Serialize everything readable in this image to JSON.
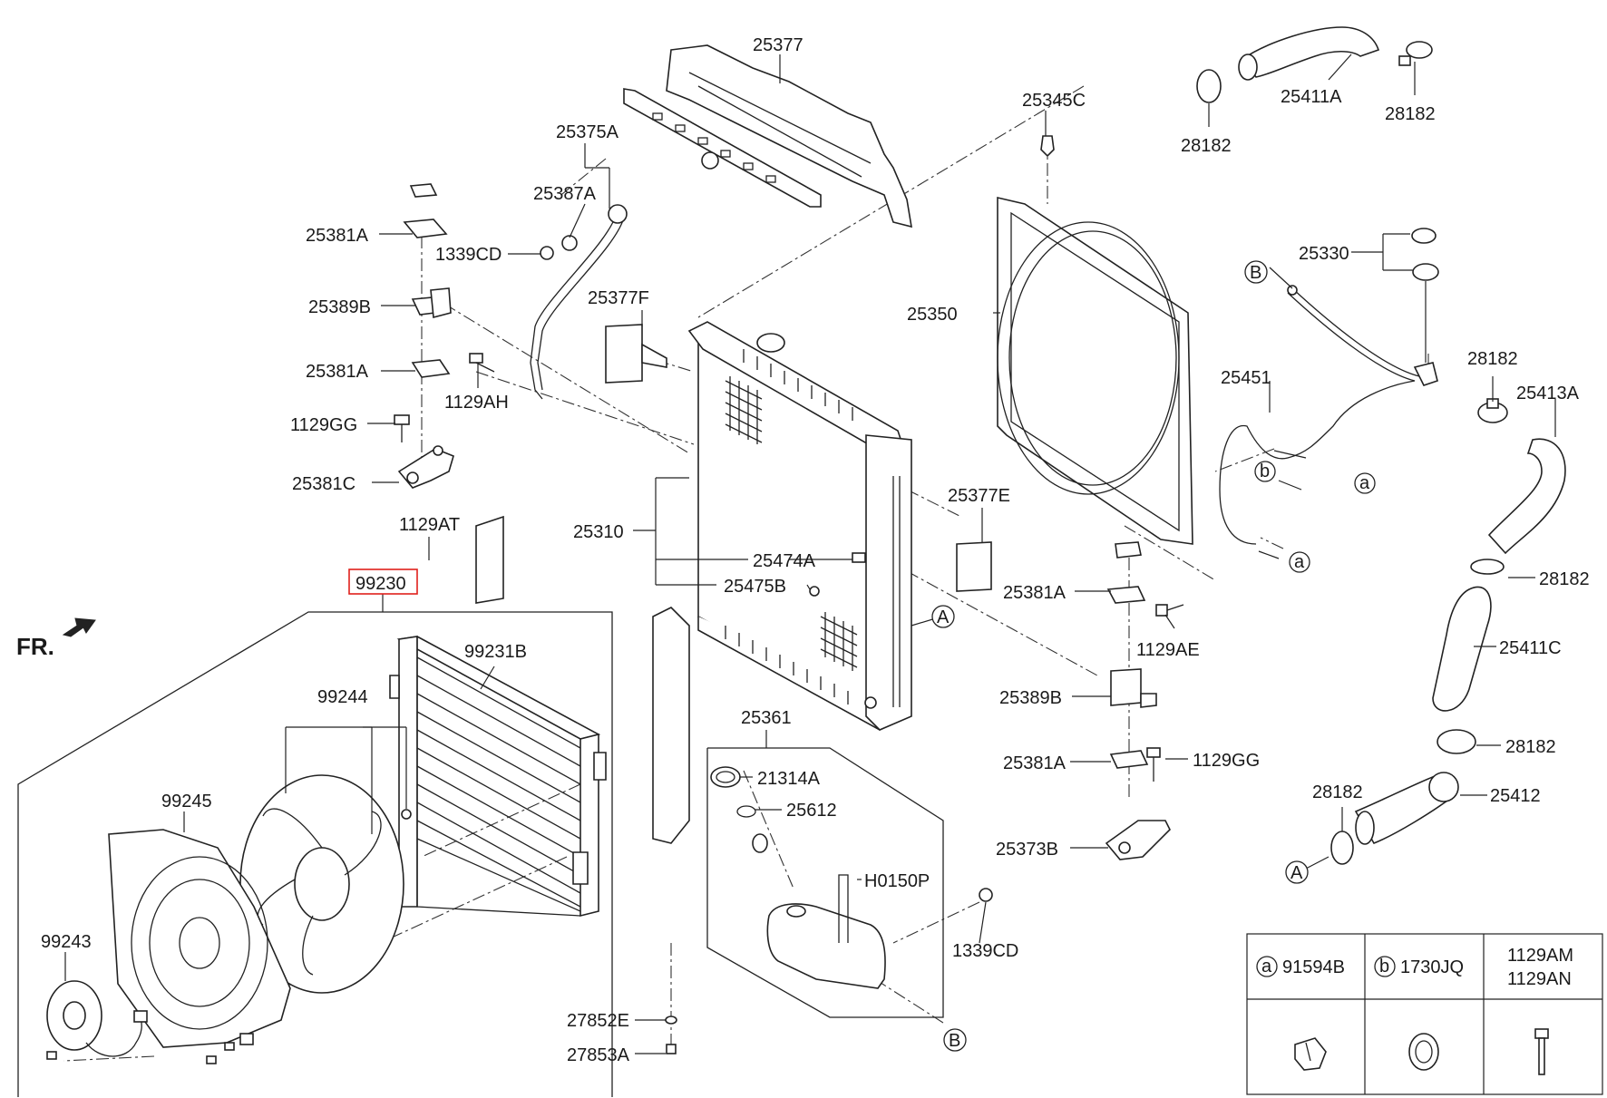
{
  "orientation_label": "FR.",
  "highlighted_part": "99230",
  "labels": {
    "p25377": "25377",
    "p25375A": "25375A",
    "p25387A": "25387A",
    "p25381A_1": "25381A",
    "p1339CD_1": "1339CD",
    "p25389B_1": "25389B",
    "p25381A_2": "25381A",
    "p1129AH": "1129AH",
    "p1129GG_1": "1129GG",
    "p25381C": "25381C",
    "p1129AT": "1129AT",
    "p99230": "99230",
    "p25377F": "25377F",
    "p25310": "25310",
    "p25474A": "25474A",
    "p25475B": "25475B",
    "p25345C": "25345C",
    "p25350": "25350",
    "p25377E": "25377E",
    "p25381A_3": "25381A",
    "p1129AE": "1129AE",
    "p25389B_2": "25389B",
    "p25381A_4": "25381A",
    "p1129GG_2": "1129GG",
    "p25373B": "25373B",
    "p25411A": "25411A",
    "p28182_1": "28182",
    "p28182_2": "28182",
    "p25330": "25330",
    "p25451": "25451",
    "p28182_3": "28182",
    "p25413A": "25413A",
    "p28182_4": "28182",
    "p25411C": "25411C",
    "p28182_5": "28182",
    "p28182_6": "28182",
    "p25412": "25412",
    "p99231B": "99231B",
    "p99244": "99244",
    "p99245": "99245",
    "p99243": "99243",
    "p25361": "25361",
    "p21314A": "21314A",
    "p25612": "25612",
    "pH0150P": "H0150P",
    "p1339CD_2": "1339CD",
    "p27852E": "27852E",
    "p27853A": "27853A"
  },
  "callouts": {
    "A_radiator": "A",
    "A_hose": "A",
    "B_hose": "B",
    "B_tank": "B",
    "a_upper": "a",
    "a_lower": "a",
    "b_hose": "b"
  },
  "legend": {
    "col_a_marker": "a",
    "col_a_part": "91594B",
    "col_b_marker": "b",
    "col_b_part": "1730JQ",
    "col_c_line1": "1129AM",
    "col_c_line2": "1129AN"
  }
}
